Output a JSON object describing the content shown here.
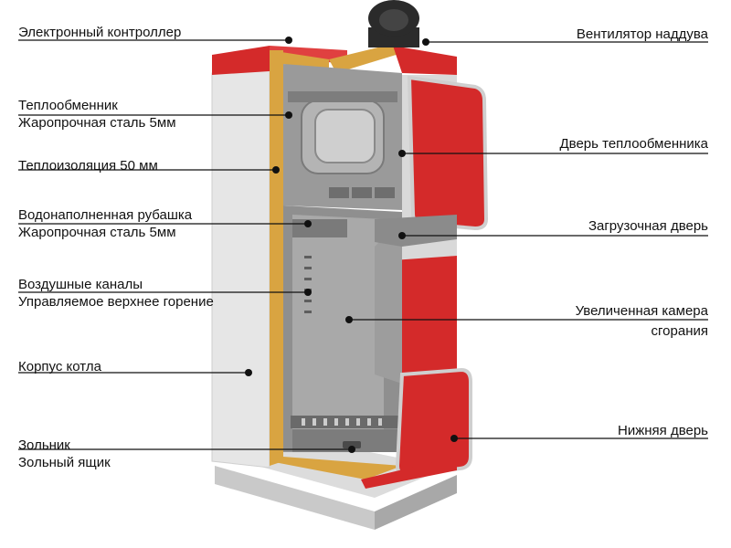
{
  "colors": {
    "body_red": "#d42a2a",
    "red_dark": "#b81f1f",
    "insulation": "#d9a441",
    "steel_light": "#b4b4b4",
    "steel": "#8f8f8f",
    "steel_dark": "#5e5e5e",
    "casing": "#e8e8e8",
    "fan": "#2b2b2b",
    "leader": "#111111"
  },
  "labels": {
    "controller": {
      "line1": "Электронный контроллер"
    },
    "fan": {
      "line1": "Вентилятор наддува"
    },
    "heat_exchanger": {
      "line1": "Теплообменник",
      "line2": "Жаропрочная сталь 5мм"
    },
    "hx_door": {
      "line1": "Дверь теплообменника"
    },
    "insulation": {
      "line1": "Теплоизоляция 50 мм"
    },
    "water_jacket": {
      "line1": "Водонаполненная рубашка",
      "line2": "Жаропрочная сталь 5мм"
    },
    "loading_door": {
      "line1": "Загрузочная дверь"
    },
    "air_channels": {
      "line1": "Воздушные каналы",
      "line2": "Управляемое верхнее горение"
    },
    "combustion_chamber": {
      "line1": "Увеличенная камера",
      "line2": "сгорания"
    },
    "boiler_body": {
      "line1": "Корпус котла"
    },
    "ash": {
      "line1": "Зольник",
      "line2": "Зольный ящик"
    },
    "lower_door": {
      "line1": "Нижняя дверь"
    }
  }
}
